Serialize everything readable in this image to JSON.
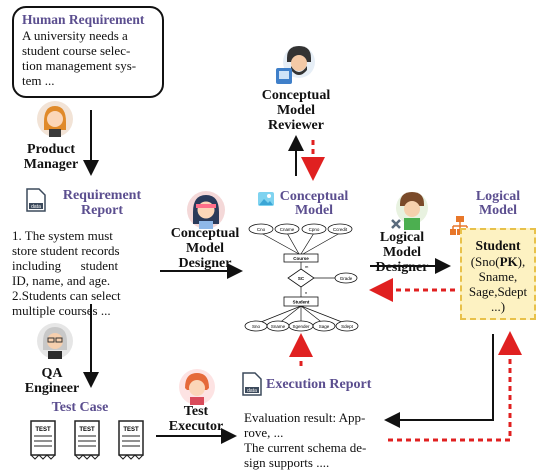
{
  "human_requirement": {
    "title": "Human Requirement",
    "lines": [
      "A university needs a",
      "student course selec-",
      "tion management sys-",
      "tem ..."
    ]
  },
  "roles": {
    "product_manager": [
      "Product",
      "Manager"
    ],
    "conceptual_model_reviewer": [
      "Conceptual",
      "Model",
      "Reviewer"
    ],
    "conceptual_model_designer": [
      "Conceptual",
      "Model",
      "Designer"
    ],
    "logical_model_designer": [
      "Logical",
      "Model",
      "Designer"
    ],
    "qa_engineer": [
      "QA",
      "Engineer"
    ],
    "test_executor": [
      "Test",
      "Executor"
    ]
  },
  "requirement_report": {
    "title_line1": "Requirement",
    "title_line2": "Report",
    "lines": [
      "1. The system must",
      "store student records",
      "including      student",
      "ID, name, and age.",
      "2.Students can select",
      "multiple courses ..."
    ]
  },
  "conceptual_model": {
    "title_line1": "Conceptual",
    "title_line2": "Model",
    "erd": {
      "course_attrs": [
        "Cno",
        "Cname",
        "Cpno",
        "Ccredit"
      ],
      "entities": [
        "Course",
        "Student"
      ],
      "relationship": "SC",
      "relationship_attr": "Grade",
      "cardinality_top": "m",
      "cardinality_bottom": "n",
      "student_attrs": [
        "Sno",
        "Sname",
        "Sgender",
        "Sage",
        "Sdept"
      ]
    }
  },
  "logical_model": {
    "title_line1": "Logical",
    "title_line2": "Model",
    "entity": "Student",
    "schema_prefix": "(Sno(",
    "schema_pk": "PK",
    "schema_suffix": "),",
    "schema_lines": [
      "Sname,",
      "Sage,Sdept",
      "...)"
    ]
  },
  "execution_report": {
    "title": "Execution Report",
    "lines": [
      "Evaluation result: App-",
      "rove, ...",
      "The current schema de-",
      "sign supports ...."
    ]
  },
  "test_case": {
    "title": "Test Case",
    "doc_label": "TEST"
  },
  "icons": {
    "doc_label": "data"
  },
  "colors": {
    "heading": "#5b4e8f",
    "feedback_arrow": "#e02020",
    "logical_fill": "#fdf2c2",
    "logical_border": "#e8c14a",
    "doc_icon": "#3c4a5c"
  }
}
